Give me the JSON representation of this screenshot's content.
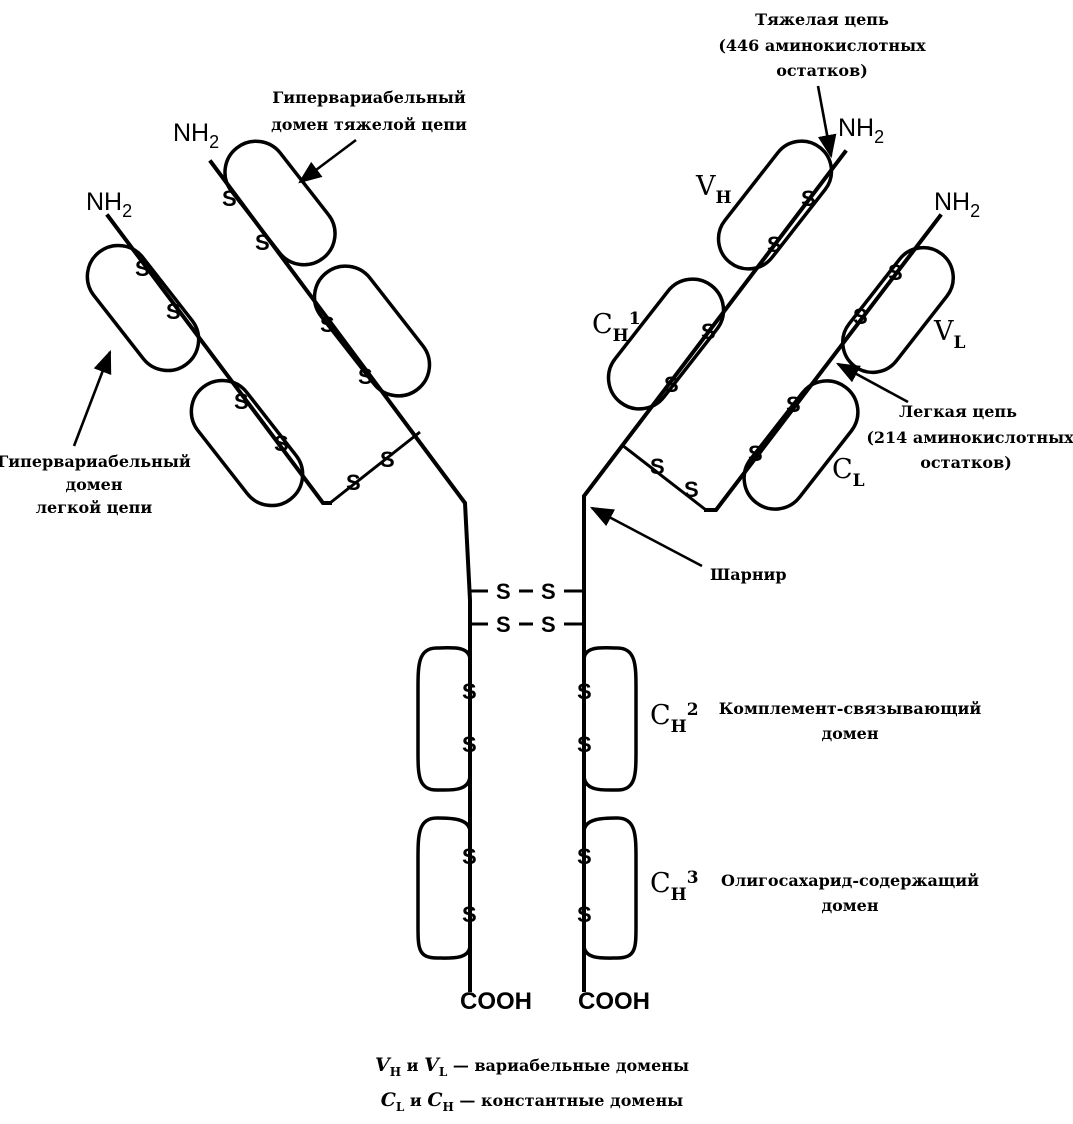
{
  "labels": {
    "nh2": "NH",
    "nh2_sub": "2",
    "cooh": "COOH",
    "s": "S",
    "v": "V",
    "c": "C",
    "sub_h": "H",
    "sub_l": "L",
    "sup_1": "1",
    "sup_2": "2",
    "sup_3": "3"
  },
  "annotations": {
    "heavy_chain": [
      "Тяжелая цепь",
      "(446 аминокислотных",
      "остатков)"
    ],
    "light_chain": [
      "Легкая цепь",
      "(214 аминокислотных",
      "остатков)"
    ],
    "hv_heavy": [
      "Гипервариабельный",
      "домен тяжелой цепи"
    ],
    "hv_light": [
      "Гипервариабельный",
      "домен",
      "легкой цепи"
    ],
    "hinge": "Шарнир",
    "complement": [
      "Комплемент-связывающий",
      "домен"
    ],
    "oligo": [
      "Олигосахарид-содержащий",
      "домен"
    ]
  },
  "legend": {
    "line1_v": "V",
    "line1_sub_h": "Н",
    "line1_and": " и ",
    "line1_sub_l": "L",
    "line1_text": " — вариабельные домены",
    "line2_c": "C",
    "line2_sub_l": "L",
    "line2_and": " и ",
    "line2_sub_h": "Н",
    "line2_text": " — константные домены"
  }
}
